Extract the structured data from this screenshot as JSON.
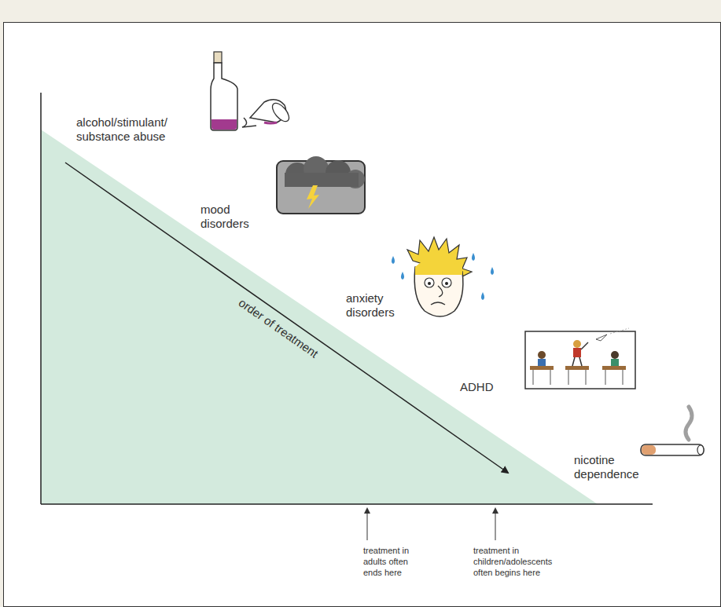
{
  "diagram": {
    "labels": [
      "alcohol/stimulant/ substance abuse",
      "mood disorders",
      "anxiety disorders",
      "order of treatment",
      "ADHD",
      "nicotine dependence",
      "treatment in adults often ends here",
      "treatment in children/adolescents often begins here"
    ]
  }
}
